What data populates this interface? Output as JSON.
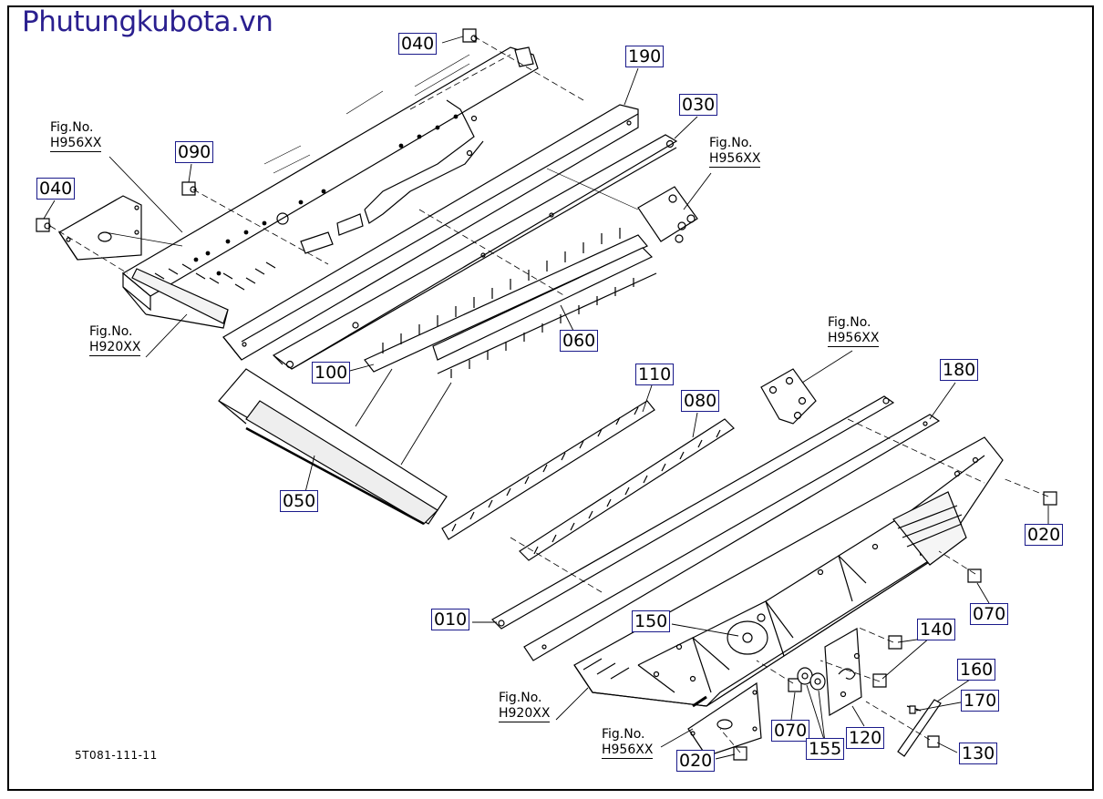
{
  "site": {
    "title": "Phutungkubota.vn"
  },
  "diagram_code": "5T081-111-11",
  "fig_refs": [
    {
      "line1": "Fig.No.",
      "line2": "H956XX"
    },
    {
      "line1": "Fig.No.",
      "line2": "H956XX"
    },
    {
      "line1": "Fig.No.",
      "line2": "H920XX"
    },
    {
      "line1": "Fig.No.",
      "line2": "H956XX"
    },
    {
      "line1": "Fig.No.",
      "line2": "H920XX"
    },
    {
      "line1": "Fig.No.",
      "line2": "H956XX"
    }
  ],
  "parts": [
    "040",
    "190",
    "030",
    "090",
    "040",
    "100",
    "060",
    "050",
    "110",
    "080",
    "180",
    "020",
    "070",
    "010",
    "150",
    "140",
    "160",
    "170",
    "070",
    "155",
    "120",
    "130",
    "020"
  ],
  "colors": {
    "title": "#2a1f8f",
    "label_border": "#1a1a8a",
    "line": "#000000"
  }
}
